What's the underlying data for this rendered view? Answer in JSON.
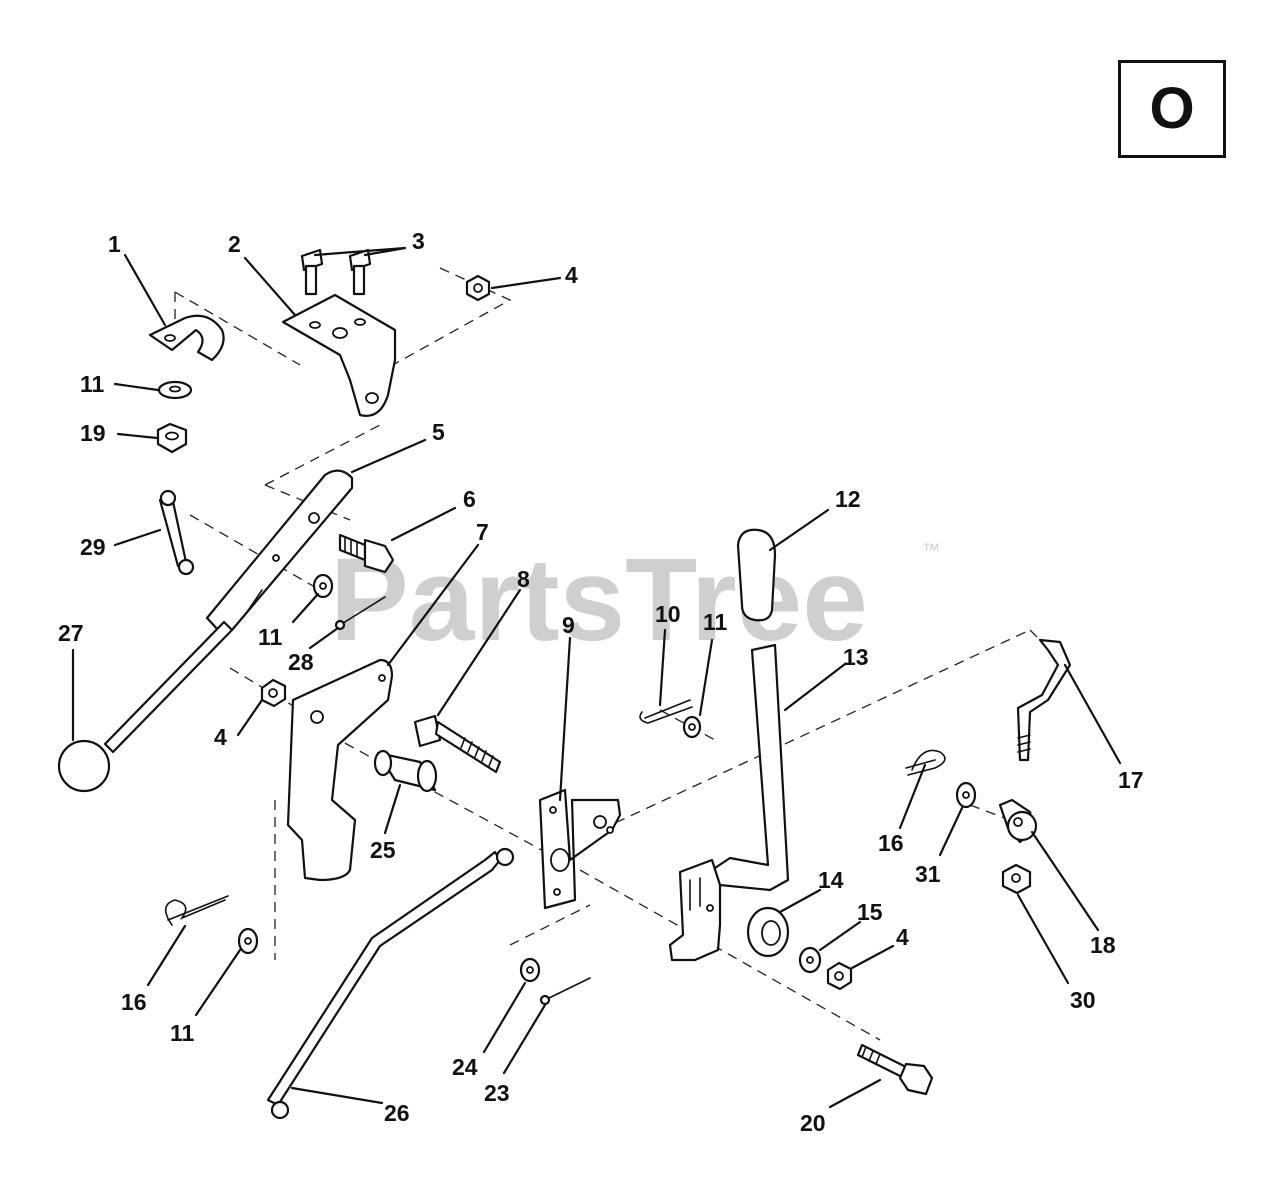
{
  "section": {
    "letter": "O"
  },
  "watermark": {
    "brand": "PartsTree",
    "trademark": "™"
  },
  "callouts": {
    "c1": "1",
    "c2": "2",
    "c3": "3",
    "c4a": "4",
    "c4b": "4",
    "c4c": "4",
    "c5": "5",
    "c6": "6",
    "c7": "7",
    "c8": "8",
    "c9": "9",
    "c10": "10",
    "c11a": "11",
    "c11b": "11",
    "c11c": "11",
    "c11d": "11",
    "c12": "12",
    "c13": "13",
    "c14": "14",
    "c15": "15",
    "c16a": "16",
    "c16b": "16",
    "c17": "17",
    "c18": "18",
    "c19": "19",
    "c20": "20",
    "c23": "23",
    "c24": "24",
    "c25": "25",
    "c26": "26",
    "c27": "27",
    "c28": "28",
    "c29": "29",
    "c30": "30",
    "c31": "31"
  }
}
